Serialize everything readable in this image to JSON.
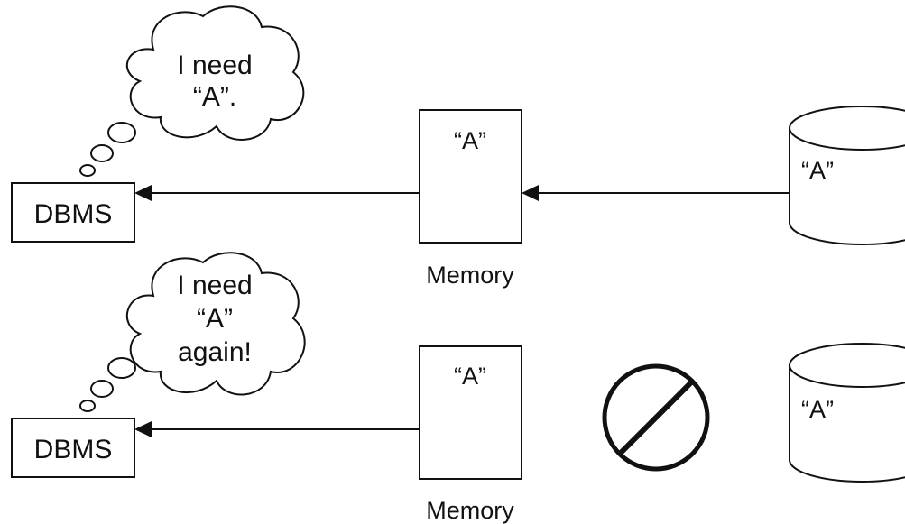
{
  "top": {
    "thought_lines": [
      "I need",
      "“A”."
    ],
    "dbms_label": "DBMS",
    "memory_content": "“A”",
    "memory_caption": "Memory",
    "disk_content": "“A”"
  },
  "bottom": {
    "thought_lines": [
      "I need",
      "“A”",
      "again!"
    ],
    "dbms_label": "DBMS",
    "memory_content": "“A”",
    "memory_caption": "Memory",
    "disk_content": "“A”",
    "blocked_icon": "prohibited-icon"
  }
}
